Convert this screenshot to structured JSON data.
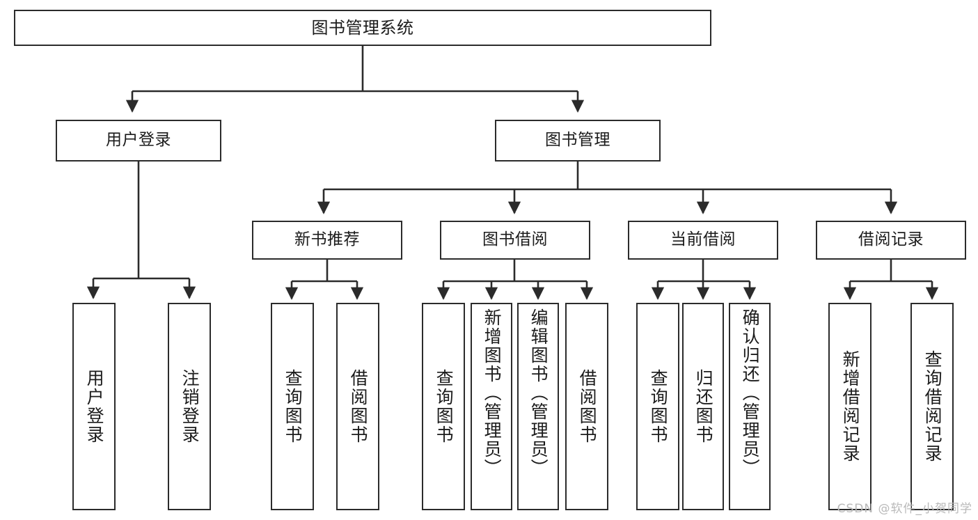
{
  "diagram": {
    "title": "图书管理系统",
    "type": "hierarchy-tree",
    "root": {
      "label": "图书管理系统"
    },
    "tier2": [
      {
        "label": "用户登录"
      },
      {
        "label": "图书管理"
      }
    ],
    "tier3": [
      {
        "label": "新书推荐"
      },
      {
        "label": "图书借阅"
      },
      {
        "label": "当前借阅"
      },
      {
        "label": "借阅记录"
      }
    ],
    "leaves": {
      "user_login": [
        {
          "label": "用户登录"
        },
        {
          "label": "注销登录"
        }
      ],
      "new_book_recommend": [
        {
          "label": "查询图书"
        },
        {
          "label": "借阅图书"
        }
      ],
      "book_borrow": [
        {
          "label": "查询图书"
        },
        {
          "label": "新增图书（管理员）"
        },
        {
          "label": "编辑图书（管理员）"
        },
        {
          "label": "借阅图书"
        }
      ],
      "current_borrow": [
        {
          "label": "查询图书"
        },
        {
          "label": "归还图书"
        },
        {
          "label": "确认归还（管理员）"
        }
      ],
      "borrow_record": [
        {
          "label": "新增借阅记录"
        },
        {
          "label": "查询借阅记录"
        }
      ]
    }
  },
  "watermark": {
    "text": "CSDN @软件_小贺同学"
  },
  "colors": {
    "stroke": "#2b2b2b",
    "background": "#ffffff",
    "text": "#1b1b1b",
    "watermark": "#b9b9b9"
  }
}
